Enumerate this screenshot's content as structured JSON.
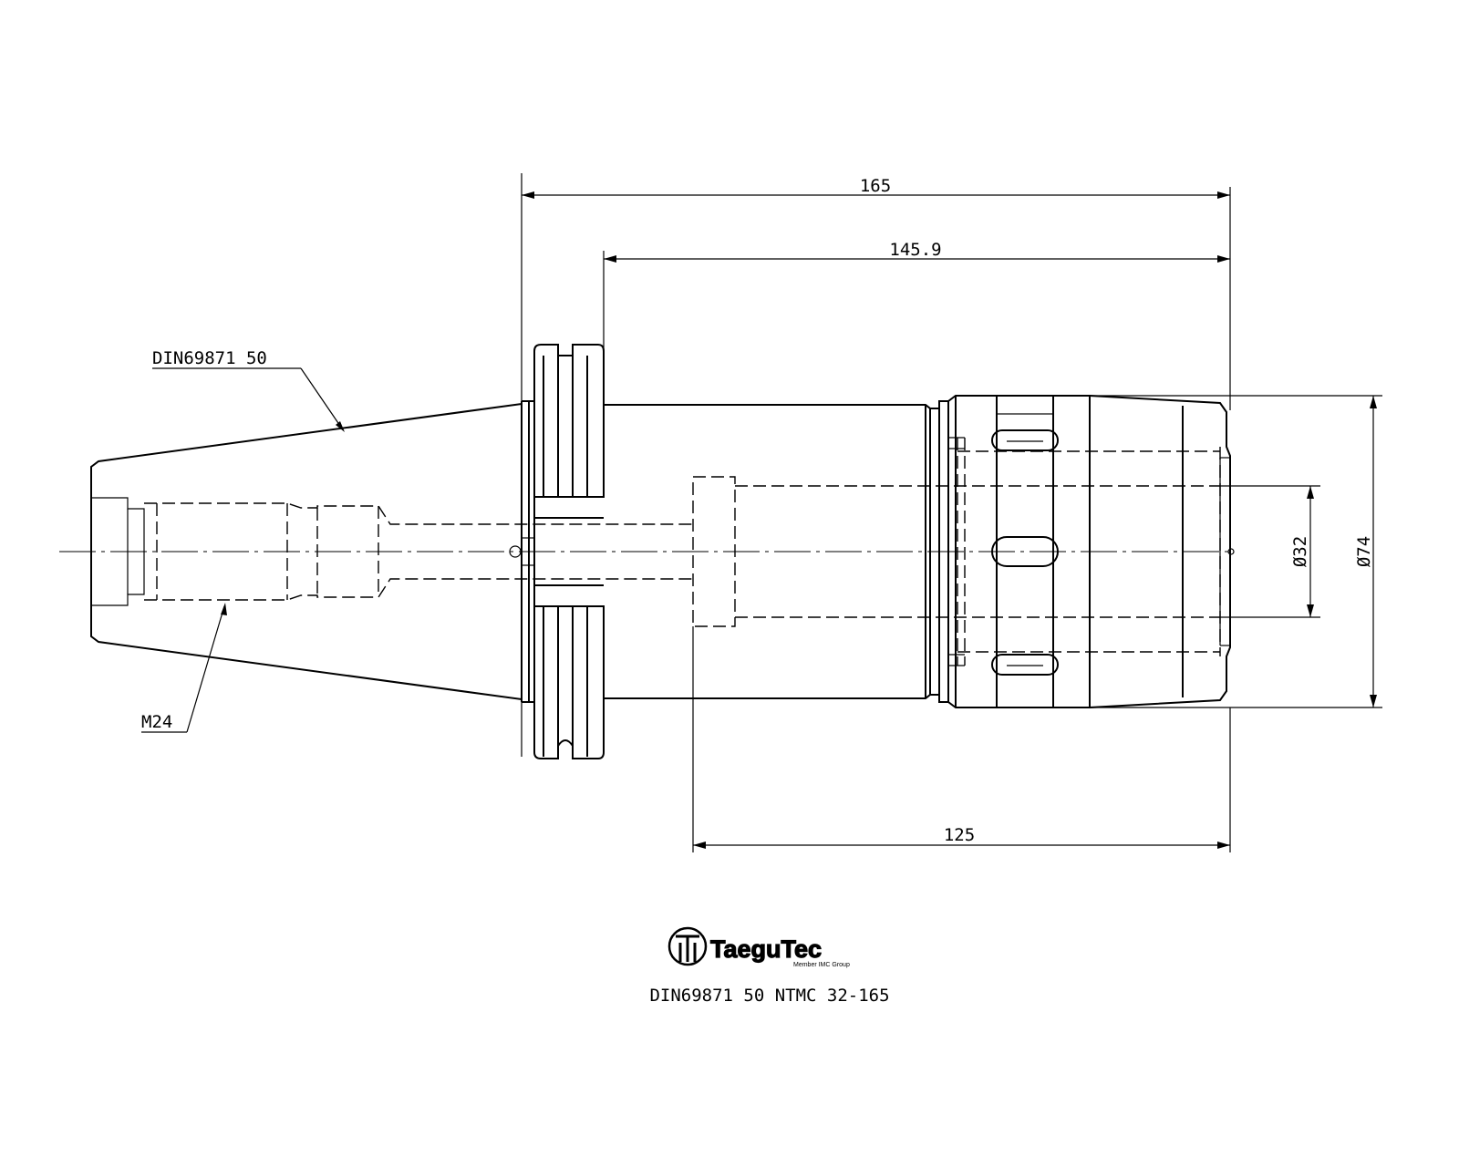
{
  "dimensions": {
    "overall_length": "165",
    "flange_to_end": "145.9",
    "gauge_length": "125",
    "bore_dia": "Ø32",
    "body_dia": "Ø74"
  },
  "callouts": {
    "taper": "DIN69871 50",
    "thread": "M24"
  },
  "logo": {
    "name": "TaeguTec",
    "tagline": "Member IMC Group"
  },
  "part_number": "DIN69871 50 NTMC 32-165"
}
